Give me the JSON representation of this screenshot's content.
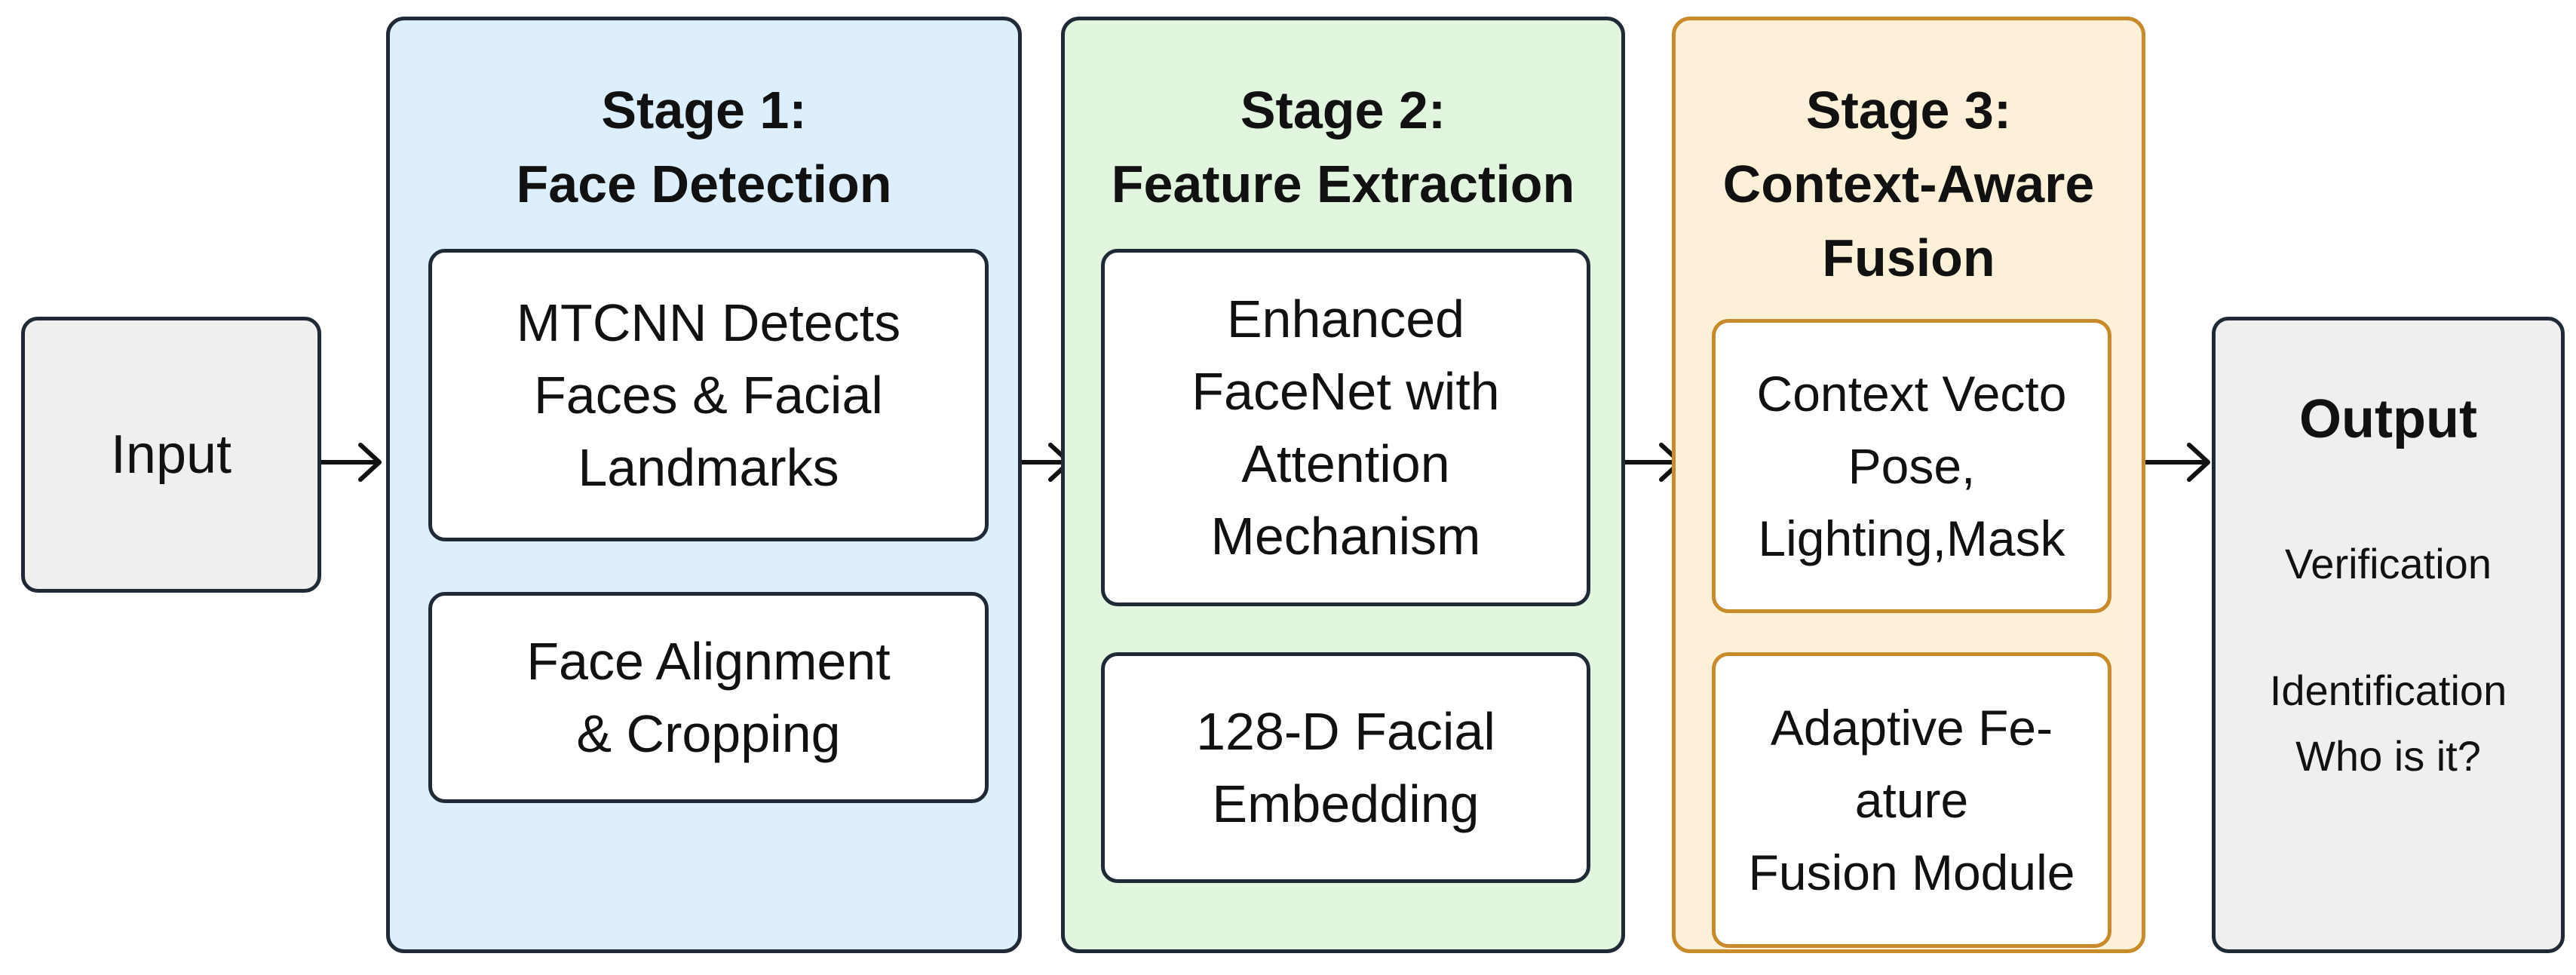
{
  "input": {
    "label": "Input"
  },
  "stage1": {
    "title_line1": "Stage 1:",
    "title_line2": "Face Detection",
    "box1": [
      "MTCNN Detects",
      "Faces & Facial",
      "Landmarks"
    ],
    "box2": [
      "Face Alignment",
      "& Cropping"
    ]
  },
  "stage2": {
    "title_line1": "Stage 2:",
    "title_line2": "Feature Extraction",
    "box1": [
      "Enhanced",
      "FaceNet with",
      "Attention",
      "Mechanism"
    ],
    "box2": [
      "128-D Facial",
      "Embedding"
    ]
  },
  "stage3": {
    "title_line1": "Stage 3:",
    "title_line2": "Context-Aware",
    "title_line3": "Fusion",
    "box1": [
      "Context Vecto",
      "Pose,",
      "Lighting,Mask"
    ],
    "box2": [
      "Adaptive Fe-",
      "ature",
      "Fusion Module"
    ]
  },
  "output": {
    "label": "Output",
    "item1": "Verification",
    "item2": "Identification",
    "item3": "Who is it?"
  },
  "colors": {
    "stage1_fill": "#ddeefd",
    "stage2_fill": "#e2f5df",
    "stage3_fill": "#fdf0d8",
    "stage3_border": "#c98a2a",
    "io_fill": "#efefef"
  }
}
